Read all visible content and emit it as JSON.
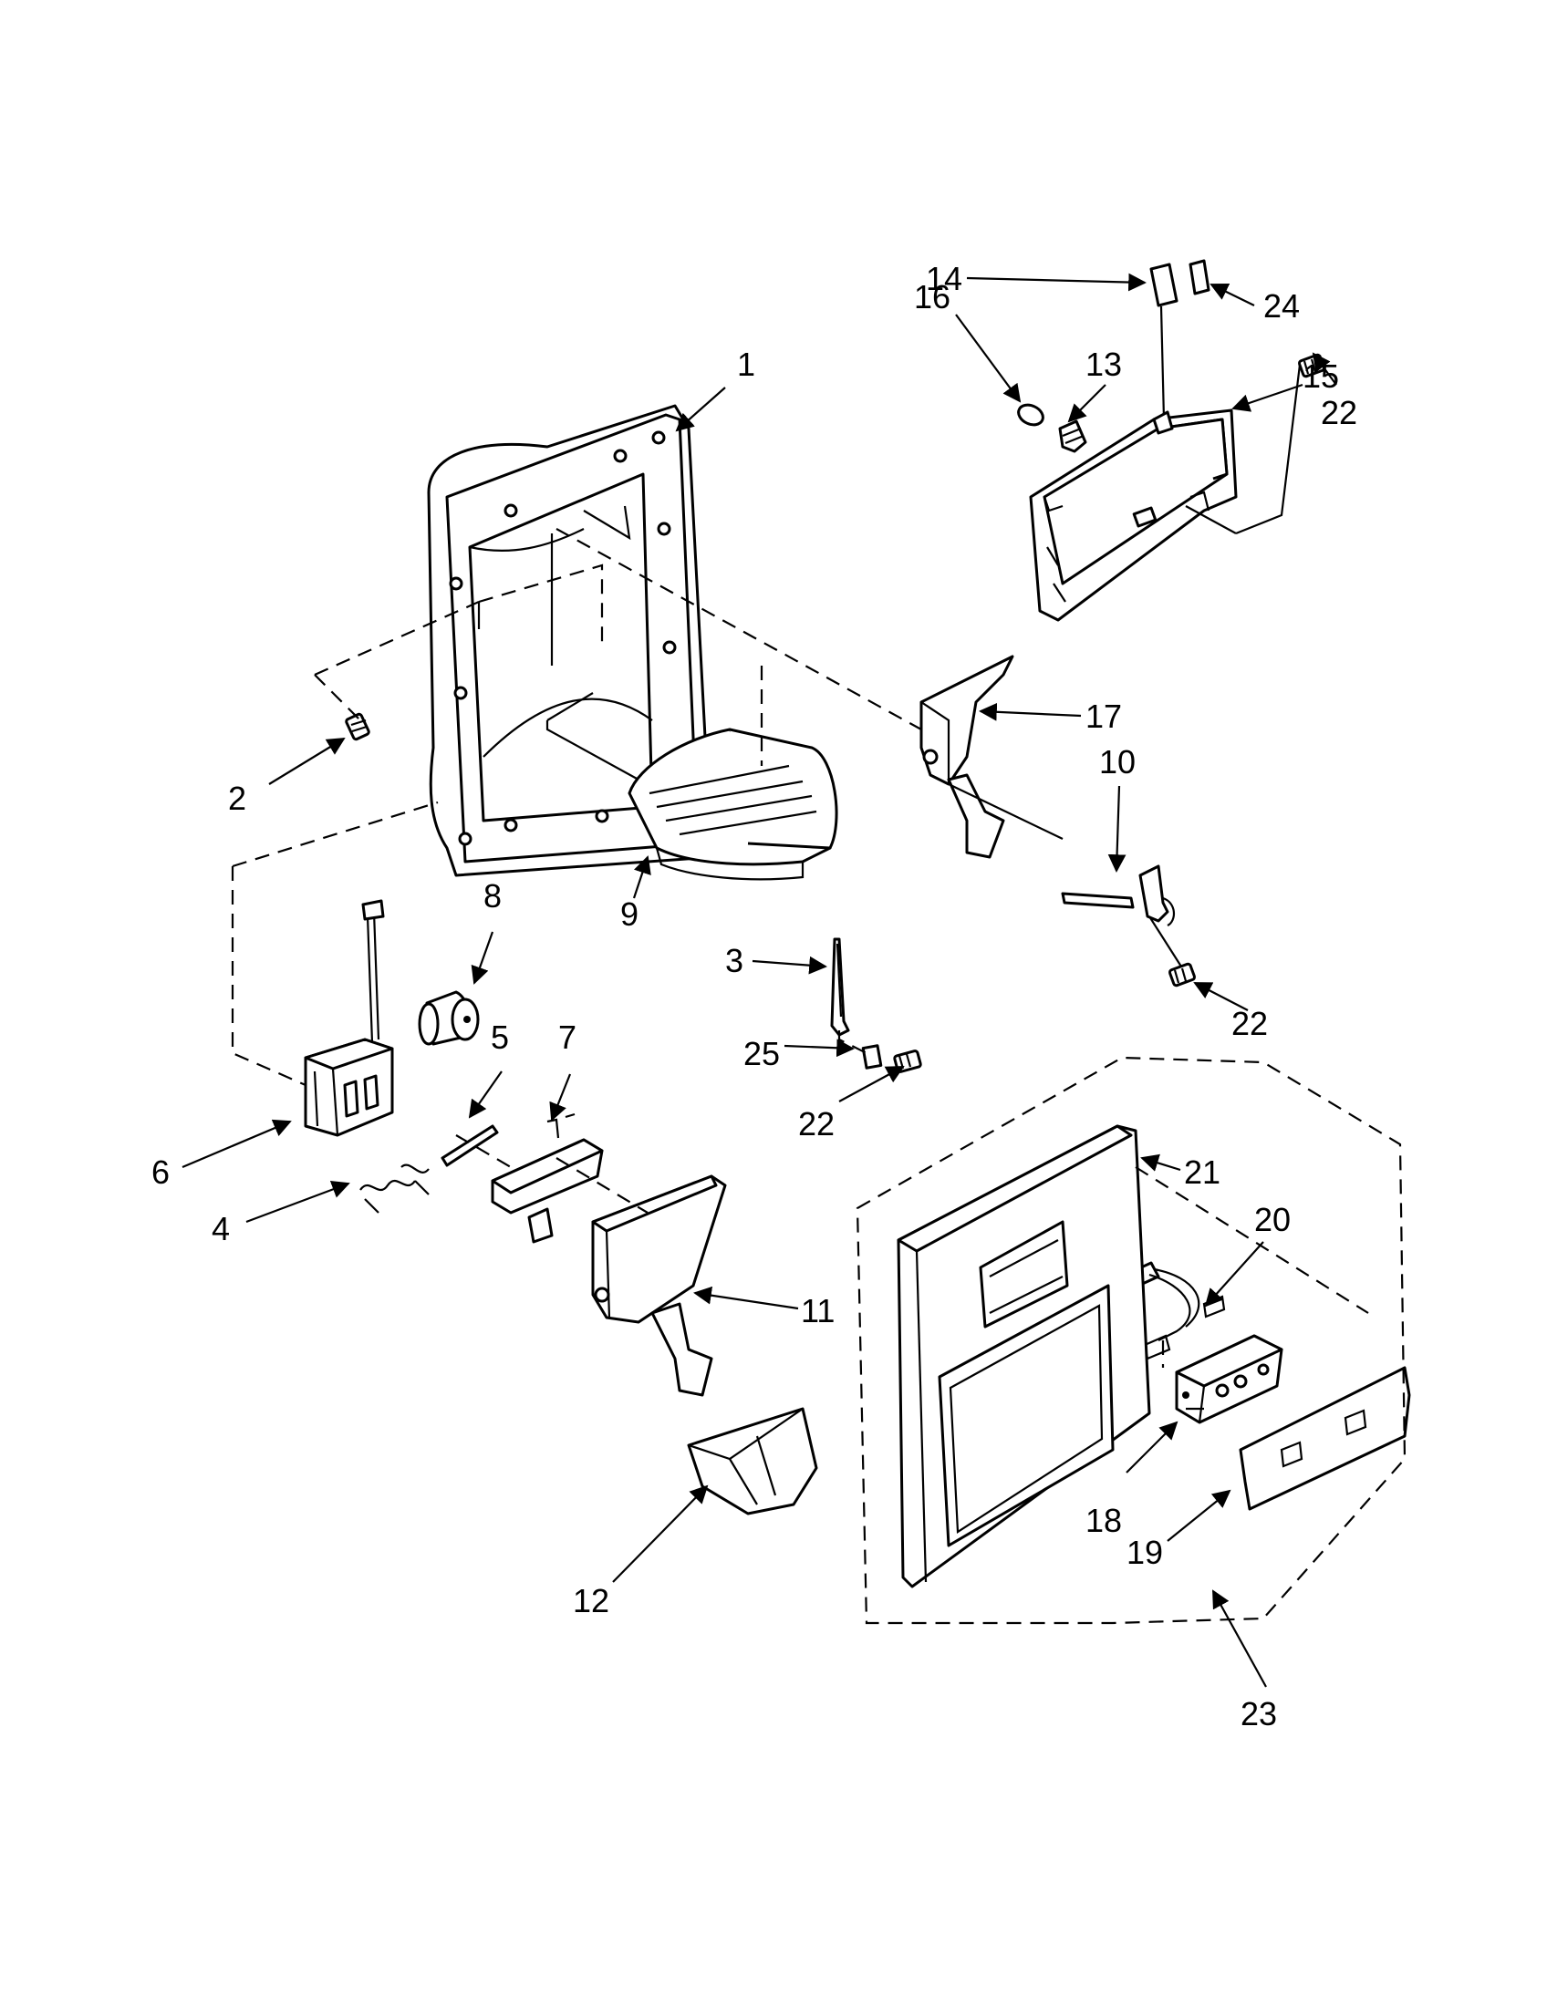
{
  "callouts": [
    {
      "id": "1",
      "label": "1"
    },
    {
      "id": "2",
      "label": "2"
    },
    {
      "id": "3",
      "label": "3"
    },
    {
      "id": "4",
      "label": "4"
    },
    {
      "id": "5",
      "label": "5"
    },
    {
      "id": "6",
      "label": "6"
    },
    {
      "id": "7",
      "label": "7"
    },
    {
      "id": "8",
      "label": "8"
    },
    {
      "id": "9",
      "label": "9"
    },
    {
      "id": "10",
      "label": "10"
    },
    {
      "id": "11",
      "label": "11"
    },
    {
      "id": "12",
      "label": "12"
    },
    {
      "id": "13",
      "label": "13"
    },
    {
      "id": "14",
      "label": "14"
    },
    {
      "id": "15",
      "label": "15"
    },
    {
      "id": "16",
      "label": "16"
    },
    {
      "id": "17",
      "label": "17"
    },
    {
      "id": "18",
      "label": "18"
    },
    {
      "id": "19",
      "label": "19"
    },
    {
      "id": "20",
      "label": "20"
    },
    {
      "id": "21",
      "label": "21"
    },
    {
      "id": "22a",
      "label": "22"
    },
    {
      "id": "22b",
      "label": "22"
    },
    {
      "id": "22c",
      "label": "22"
    },
    {
      "id": "23",
      "label": "23"
    },
    {
      "id": "24",
      "label": "24"
    },
    {
      "id": "25",
      "label": "25"
    }
  ]
}
